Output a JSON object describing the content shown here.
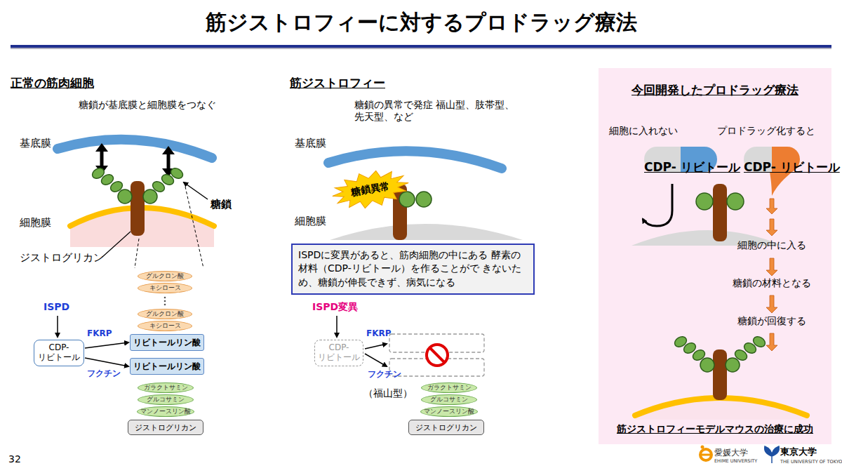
{
  "diagram": {
    "title": "筋ジストロフィーに対するプロドラッグ療法",
    "nodes": [
      {
        "text": [
          "グルクロン酸"
        ]
      },
      {
        "text": [
          "キシロース"
        ]
      },
      {
        "text": [
          "グルクロン酸"
        ]
      },
      {
        "text": [
          "キシロース"
        ]
      },
      {
        "text": [
          "CDP- リビトール"
        ]
      },
      {
        "text": [
          "リビトールリン酸"
        ]
      },
      {
        "text": [
          "リビトールリン酸"
        ]
      },
      {
        "text": [
          "ガラクトサミン"
        ]
      },
      {
        "text": [
          "グルコサミン"
        ]
      },
      {
        "text": [
          "マンノースリン酸"
        ]
      },
      {
        "text": [
          "ジストログリカン"
        ]
      },
      {
        "text": [
          "糖鎖異常"
        ]
      },
      {
        "text": [
          "ISPDに変異があると、筋肉細胞の中にある 酵素の材料（CDP-リビトール）を作ることがで きないため、糖鎖が伸長できず、病気になる"
        ]
      },
      {
        "text": [
          "CDP- リビトール"
        ]
      },
      {
        "text": [
          "ガラクトサミン"
        ]
      },
      {
        "text": [
          "グルコサミン"
        ]
      },
      {
        "text": [
          "マンノースリン酸"
        ]
      },
      {
        "text": [
          "ジストログリカン"
        ]
      },
      {
        "text": [
          "今回開発したプロドラッグ療法",
          "筋ジストロフィーモデルマウスの治療に成功"
        ]
      },
      {
        "text": [
          "CDP- リビトール"
        ],
        "in": 18
      },
      {
        "text": [
          "CDP- リビトール"
        ],
        "in": 18
      }
    ],
    "edges": [
      {
        "from": 4,
        "to": 5,
        "label": "FKRP",
        "arrow": "to"
      },
      {
        "from": 4,
        "to": 6,
        "label": "フクチン",
        "arrow": "to"
      }
    ],
    "labels": [
      "正常の筋肉細胞",
      "糖鎖が基底膜と細胞膜をつなぐ",
      "基底膜",
      "糖鎖",
      "細胞膜",
      "ジストログリカン",
      "ISPD",
      "筋ジストロフィー",
      "糖鎖の異常で発症 福山型、肢帯型、先天型、など",
      "基底膜",
      "細胞膜",
      "ISPD変異",
      "FKRP",
      "フクチン",
      "（福山型）",
      "細胞に入れない",
      "プロドラッグ化すると",
      "細胞の中に入る",
      "糖鎖の材料となる",
      "糖鎖が回復する",
      "32",
      "愛媛大学",
      "EHIME UNIVERSITY",
      "東京大学",
      "THE UNIVERSITY OF TOKYO"
    ]
  }
}
